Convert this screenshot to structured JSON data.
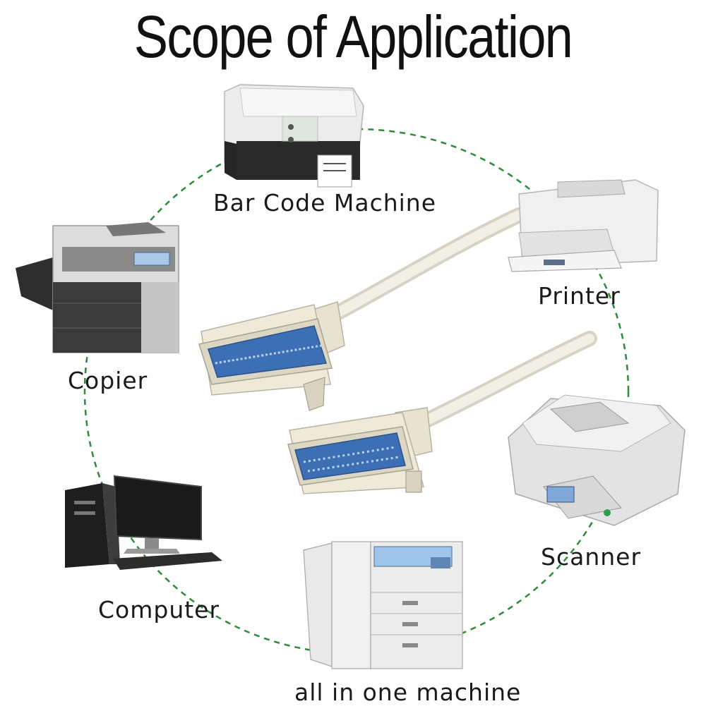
{
  "title": "Scope of Application",
  "colors": {
    "ring": "#2e8b3a",
    "connector_body": "#efe9d9",
    "connector_pins": "#3d6fb4",
    "device_body": "#e9e9e9",
    "device_dark": "#2a2a2a"
  },
  "devices": [
    {
      "label": "Bar Code Machine",
      "icon": "barcode-printer-icon"
    },
    {
      "label": "Printer",
      "icon": "laser-printer-icon"
    },
    {
      "label": "Copier",
      "icon": "copier-icon"
    },
    {
      "label": "Scanner",
      "icon": "scanner-icon"
    },
    {
      "label": "Computer",
      "icon": "desktop-computer-icon"
    },
    {
      "label": "all in one machine",
      "icon": "all-in-one-machine-icon"
    }
  ],
  "cable": {
    "icon": "parallel-cable-icon"
  }
}
